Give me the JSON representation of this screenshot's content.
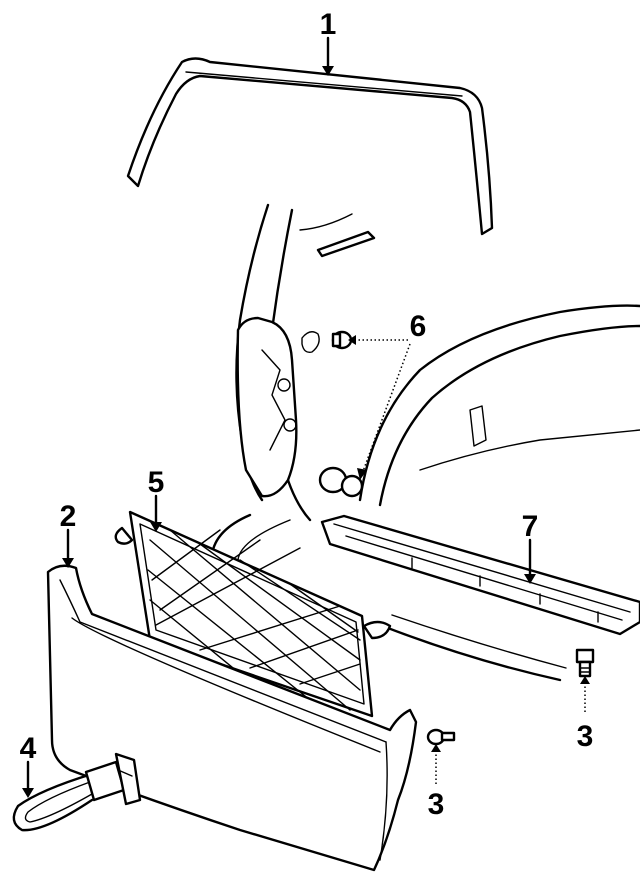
{
  "diagram": {
    "callouts": [
      {
        "id": "1",
        "label": "1",
        "part": "roof-molding"
      },
      {
        "id": "2",
        "label": "2",
        "part": "lower-trim-panel"
      },
      {
        "id": "3a",
        "label": "3",
        "part": "bolt-right"
      },
      {
        "id": "3b",
        "label": "3",
        "part": "bolt-left"
      },
      {
        "id": "4",
        "label": "4",
        "part": "strap"
      },
      {
        "id": "5",
        "label": "5",
        "part": "cargo-net"
      },
      {
        "id": "6",
        "label": "6",
        "part": "retainer-clips"
      },
      {
        "id": "7",
        "label": "7",
        "part": "sill-plate"
      }
    ]
  }
}
